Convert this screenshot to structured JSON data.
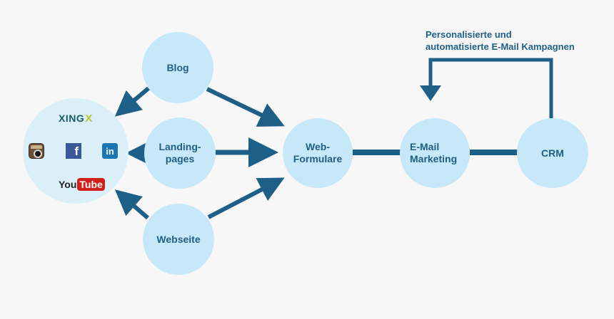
{
  "nodes": {
    "blog": "Blog",
    "landing_line1": "Landing-",
    "landing_line2": "pages",
    "webseite": "Webseite",
    "webformulare_line1": "Web-",
    "webformulare_line2": "Formulare",
    "email_line1": "E-Mail",
    "email_line2": "Marketing",
    "crm": "CRM"
  },
  "social": {
    "xing": "XING",
    "xing_mark": "X",
    "youtube_you": "You",
    "youtube_tube": "Tube",
    "linkedin": "in",
    "facebook": "f",
    "icons": [
      "instagram-icon",
      "facebook-icon",
      "linkedin-icon",
      "xing-logo",
      "youtube-logo"
    ]
  },
  "caption": {
    "line1": "Personalisierte und",
    "line2": "automatisierte E-Mail Kampagnen"
  },
  "colors": {
    "node_fill": "#c6e8f8",
    "social_fill": "#dbeff9",
    "arrow": "#1d5f86",
    "text": "#1f5f86",
    "background": "#f7f7f7"
  }
}
